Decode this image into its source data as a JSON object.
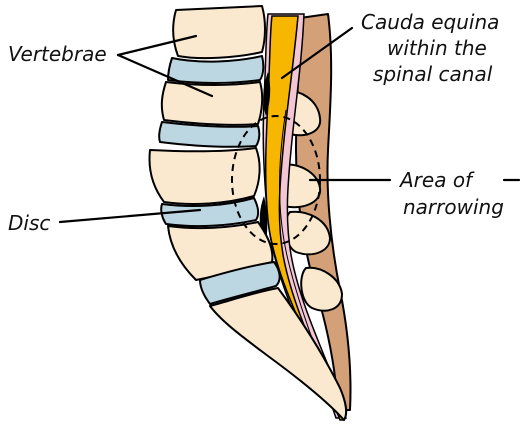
{
  "labels": {
    "vertebrae": "Vertebrae",
    "cauda_line1": "Cauda equina",
    "cauda_line2": "within the",
    "cauda_line3": "spinal canal",
    "area_line1": "Area of",
    "area_line2": "narrowing",
    "disc": "Disc"
  },
  "colors": {
    "bone": "#fbe9cf",
    "disc": "#bcd7e2",
    "posterior": "#d4a077",
    "nerve": "#f7b700",
    "dura": "#f2c6d4",
    "outline": "#000000"
  }
}
